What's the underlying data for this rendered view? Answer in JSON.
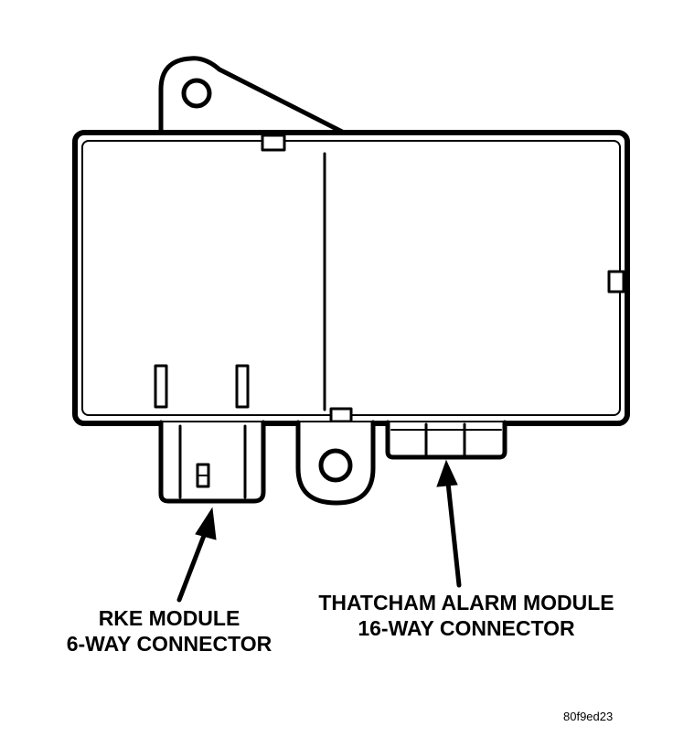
{
  "callouts": {
    "rke": {
      "line1": "RKE MODULE",
      "line2": "6-WAY CONNECTOR"
    },
    "thatcham": {
      "line1": "THATCHAM ALARM MODULE",
      "line2": "16-WAY CONNECTOR"
    }
  },
  "figure_id": "80f9ed23",
  "colors": {
    "ink": "#000000",
    "paper": "#ffffff"
  }
}
